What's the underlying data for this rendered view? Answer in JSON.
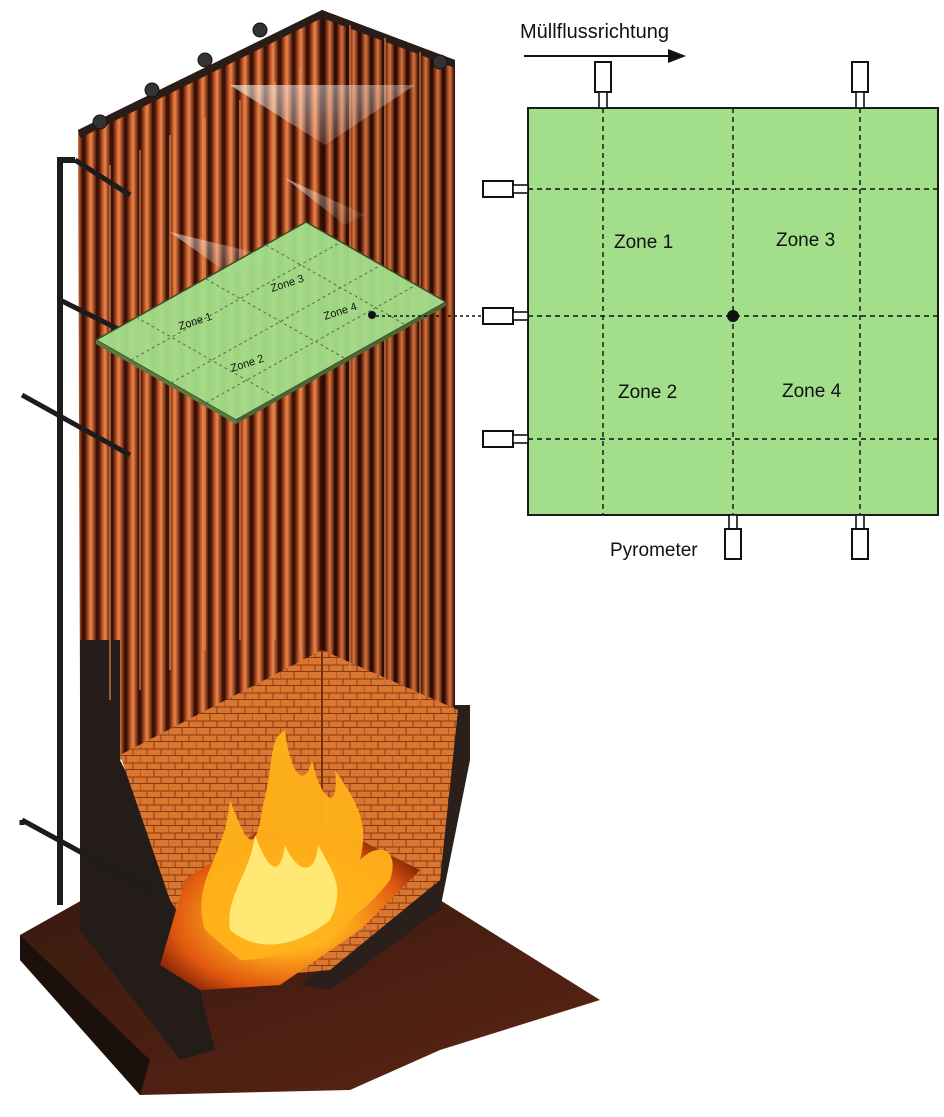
{
  "diagram": {
    "flow_direction_label": "Müllflussrichtung",
    "pyrometer_label": "Pyrometer",
    "zones_right": [
      "Zone 1",
      "Zone 3",
      "Zone 2",
      "Zone 4"
    ],
    "zones_furnace": [
      "Zone 1",
      "Zone 3",
      "Zone 2",
      "Zone 4"
    ],
    "colors": {
      "zone_fill": "#a3df8a",
      "zone_border": "#1a1a1a",
      "tube": "#b4471b",
      "flame": "#ffb21a",
      "furnace_shell": "#2b2522"
    }
  }
}
